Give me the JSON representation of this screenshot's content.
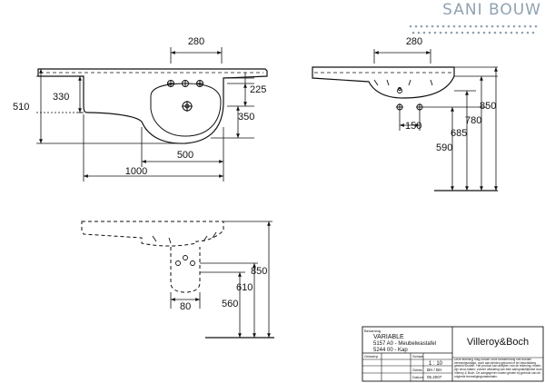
{
  "watermark": {
    "text": "SANI BOUW",
    "color": "#8fa3b3"
  },
  "dimensions": {
    "top_view": {
      "tap_spacing": "280",
      "height_330": "330",
      "height_510": "510",
      "bowl_depth_225": "225",
      "bowl_depth_350": "350",
      "bowl_width": "500",
      "total_width": "1000"
    },
    "side_view": {
      "tap_spacing": "280",
      "drain_spacing": "150",
      "h_590": "590",
      "h_685": "685",
      "h_780": "780",
      "h_850": "850"
    },
    "front_view": {
      "siphon_width": "80",
      "h_560": "560",
      "h_610": "610",
      "h_850": "850"
    }
  },
  "title_block": {
    "product_name": "VARIABLE",
    "line_1": "5157 A0 - Meubelwastafel",
    "line_2": "5244 00 - Kap",
    "brand": "Villeroy&Boch",
    "scale": "1 : 10",
    "drawn_by": "BH / BH",
    "date": "05.2007",
    "label_benaming": "Benaming",
    "label_ontwerp": "Ontwerp",
    "label_schaal": "Schaal",
    "label_getekend": "Getek.",
    "label_datum": "Datum",
    "disclaimer": "Deze tekening mag zonder onze toestemming niet worden vermenigvuldigd, noch aan derden getoond of ter beschikking gesteld worden. Het product kan afwijken van de tekening; maten zijn circa-maten; zonder uitsluiting van elke aansprakelijkheid door Villeroy & Boch. De aangegeven maten gelden bij gebruik van de originele bevestigingsmaterialen."
  }
}
